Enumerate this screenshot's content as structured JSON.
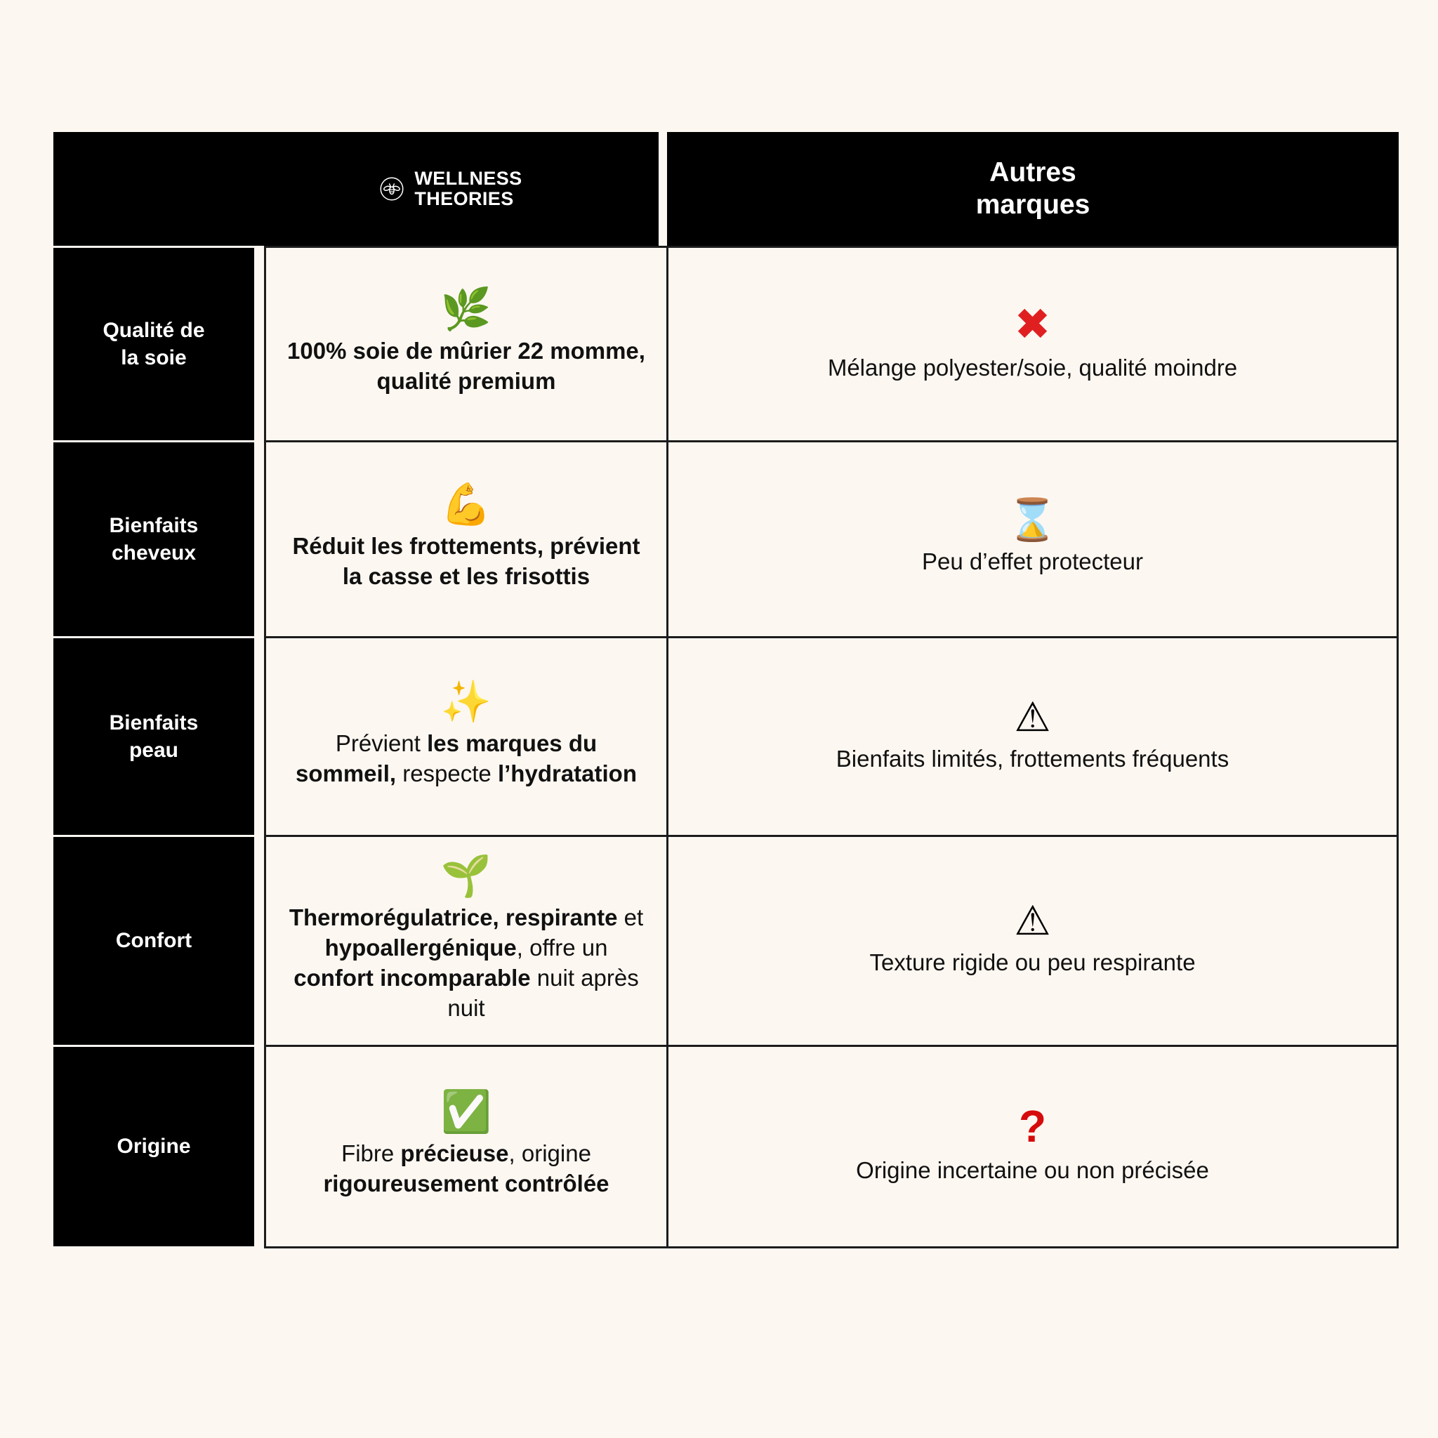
{
  "theme": {
    "background": "#fdf7f1",
    "header_background": "#000000",
    "header_text": "#ffffff",
    "body_text": "#111111",
    "border": "#1c1c1c",
    "negative_accent": "#e02020"
  },
  "header": {
    "brand": {
      "logo_icon": "bee-in-circle-icon",
      "name_line1": "WELLNESS",
      "name_line2": "THEORIES",
      "name": "WELLNESS\nTHEORIES"
    },
    "competitor": {
      "line1": "Autres",
      "line2": "marques",
      "title": "Autres\nmarques"
    }
  },
  "rows": [
    {
      "label": "Qualité de\nla soie",
      "label_line1": "Qualité de",
      "label_line2": "la soie",
      "wellness": {
        "icon": "herb-leaf-emoji",
        "icon_glyph": "🌿",
        "text": "100% soie de mûrier 22 momme, qualité premium",
        "segments": [
          {
            "text": "100% soie de mûrier 22 momme, qualité premium",
            "bold": true
          }
        ]
      },
      "other": {
        "icon": "red-cross-mark-emoji",
        "icon_glyph": "✖",
        "text": "Mélange polyester/soie, qualité moindre",
        "segments": [
          {
            "text": "Mélange polyester/soie, qualité moindre",
            "bold": false
          }
        ]
      }
    },
    {
      "label": "Bienfaits\ncheveux",
      "label_line1": "Bienfaits",
      "label_line2": "cheveux",
      "wellness": {
        "icon": "flexed-biceps-emoji",
        "icon_glyph": "💪",
        "text": "Réduit les frottements, prévient la casse et les frisottis",
        "segments": [
          {
            "text": "Réduit les frottements, prévient la casse et les frisottis",
            "bold": true
          }
        ]
      },
      "other": {
        "icon": "hourglass-emoji",
        "icon_glyph": "⌛",
        "text": "Peu d’effet protecteur",
        "segments": [
          {
            "text": "Peu d’effet protecteur",
            "bold": false
          }
        ]
      }
    },
    {
      "label": "Bienfaits\npeau",
      "label_line1": "Bienfaits",
      "label_line2": "peau",
      "wellness": {
        "icon": "sparkles-emoji",
        "icon_glyph": "✨",
        "text": "Prévient les marques du sommeil, respecte l’hydratation",
        "segments": [
          {
            "text": "Prévient ",
            "bold": false
          },
          {
            "text": "les marques du sommeil,",
            "bold": true
          },
          {
            "text": " respecte ",
            "bold": false
          },
          {
            "text": "l’hydratation",
            "bold": true
          }
        ]
      },
      "other": {
        "icon": "warning-triangle-emoji",
        "icon_glyph": "⚠",
        "text": "Bienfaits limités, frottements fréquents",
        "segments": [
          {
            "text": "Bienfaits limités, frottements fréquents",
            "bold": false
          }
        ]
      }
    },
    {
      "label": "Confort",
      "label_line1": "Confort",
      "label_line2": "",
      "wellness": {
        "icon": "seedling-emoji",
        "icon_glyph": "🌱",
        "text": "Thermorégulatrice, respirante et hypoallergénique, offre un confort incomparable nuit après nuit",
        "segments": [
          {
            "text": "Thermorégulatrice, respirante",
            "bold": true
          },
          {
            "text": " et ",
            "bold": false
          },
          {
            "text": "hypoallergénique",
            "bold": true
          },
          {
            "text": ", offre un ",
            "bold": false
          },
          {
            "text": "confort incomparable",
            "bold": true
          },
          {
            "text": " nuit après nuit",
            "bold": false
          }
        ]
      },
      "other": {
        "icon": "warning-triangle-emoji",
        "icon_glyph": "⚠",
        "text": "Texture rigide ou peu respirante",
        "segments": [
          {
            "text": "Texture rigide ou peu respirante",
            "bold": false
          }
        ]
      }
    },
    {
      "label": "Origine",
      "label_line1": "Origine",
      "label_line2": "",
      "wellness": {
        "icon": "green-check-mark-emoji",
        "icon_glyph": "✅",
        "text": "Fibre précieuse, origine rigoureusement contrôlée",
        "segments": [
          {
            "text": "Fibre ",
            "bold": false
          },
          {
            "text": "précieuse",
            "bold": true
          },
          {
            "text": ", origine ",
            "bold": false
          },
          {
            "text": "rigoureusement contrôlée",
            "bold": true
          }
        ]
      },
      "other": {
        "icon": "red-question-mark-emoji",
        "icon_glyph": "?",
        "text": "Origine incertaine ou non précisée",
        "segments": [
          {
            "text": "Origine incertaine ou non précisée",
            "bold": false
          }
        ]
      }
    }
  ]
}
